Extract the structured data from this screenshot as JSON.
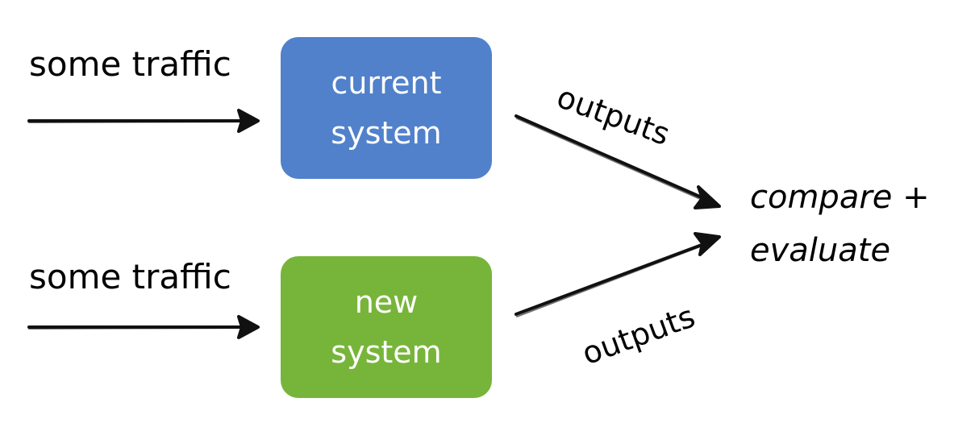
{
  "inputs": {
    "top_label": "some traffic",
    "bottom_label": "some traffic"
  },
  "systems": {
    "current": {
      "line1": "current",
      "line2": "system",
      "color": "#5181CB"
    },
    "new": {
      "line1": "new",
      "line2": "system",
      "color": "#77B53A"
    }
  },
  "outputs": {
    "top_label": "outputs",
    "bottom_label": "outputs"
  },
  "result": {
    "line1": "compare +",
    "line2": "evaluate"
  }
}
